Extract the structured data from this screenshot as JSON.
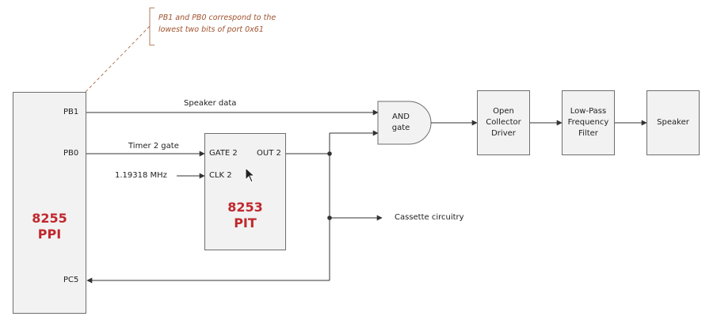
{
  "note": {
    "line1": "PB1 and PB0 correspond to the",
    "line2": "lowest two bits of port 0x61"
  },
  "ppi": {
    "pin_pb1": "PB1",
    "pin_pb0": "PB0",
    "pin_pc5": "PC5",
    "name_line1": "8255",
    "name_line2": "PPI"
  },
  "pit": {
    "pin_gate": "GATE 2",
    "pin_out": "OUT 2",
    "pin_clk": "CLK 2",
    "name_line1": "8253",
    "name_line2": "PIT"
  },
  "signals": {
    "speaker_data": "Speaker data",
    "timer_gate": "Timer 2 gate",
    "clock": "1.19318 MHz",
    "cassette": "Cassette circuitry"
  },
  "and_gate": {
    "line1": "AND",
    "line2": "gate"
  },
  "driver": {
    "line1": "Open",
    "line2": "Collector",
    "line3": "Driver"
  },
  "filter": {
    "line1": "Low-Pass",
    "line2": "Frequency",
    "line3": "Filter"
  },
  "speaker": {
    "label": "Speaker"
  },
  "colors": {
    "accent_red": "#c0282d",
    "note_brown": "#a0522d",
    "box_fill": "#f2f2f2",
    "wire": "#333333"
  }
}
